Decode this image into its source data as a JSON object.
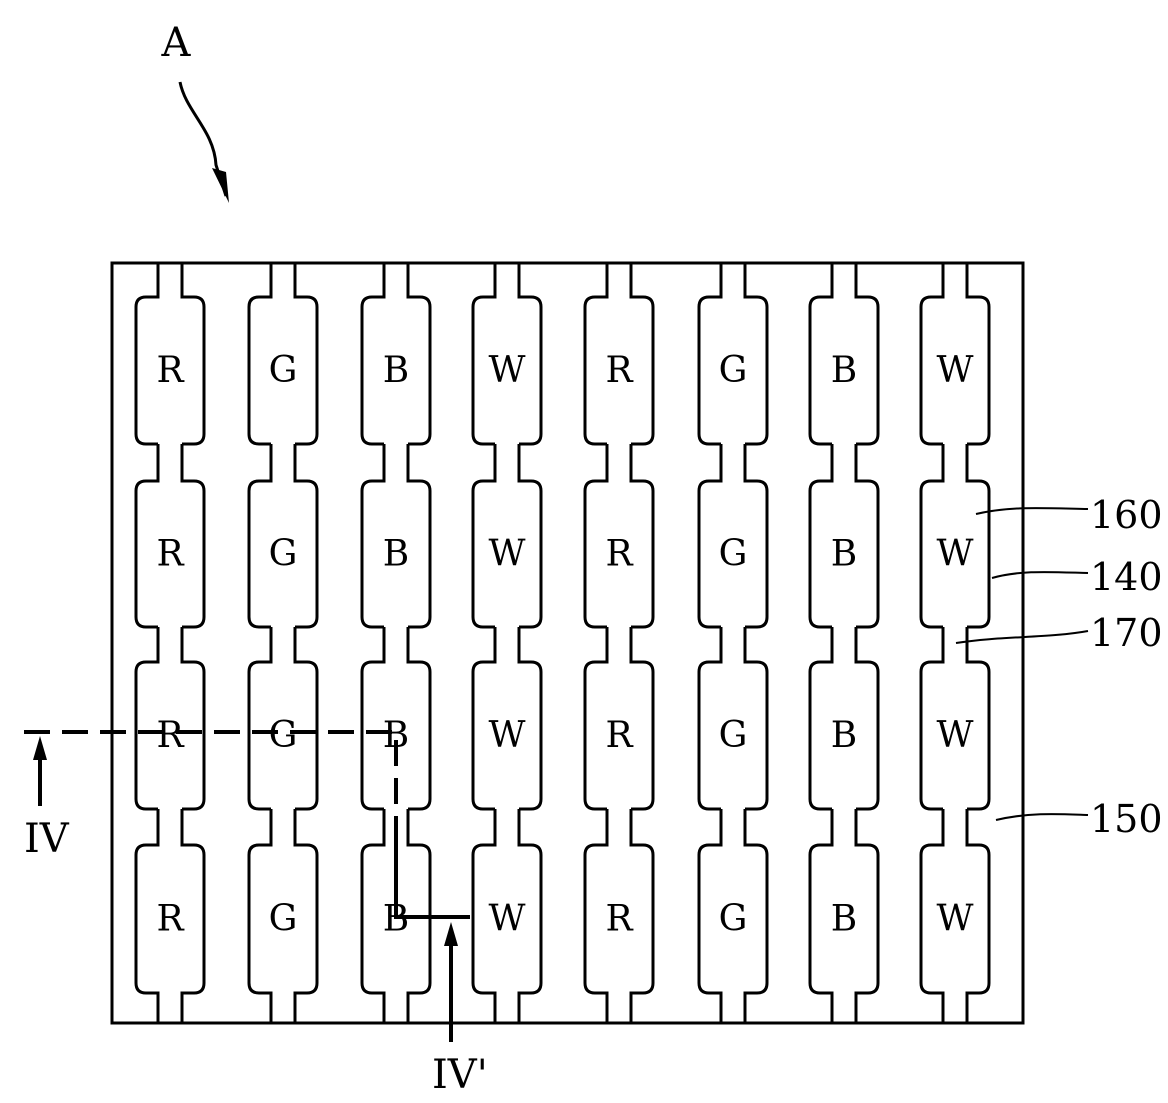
{
  "figure_label": "A",
  "pixel_rows": [
    [
      "R",
      "G",
      "B",
      "W",
      "R",
      "G",
      "B",
      "W"
    ],
    [
      "R",
      "G",
      "B",
      "W",
      "R",
      "G",
      "B",
      "W"
    ],
    [
      "R",
      "G",
      "B",
      "W",
      "R",
      "G",
      "B",
      "W"
    ],
    [
      "R",
      "G",
      "B",
      "W",
      "R",
      "G",
      "B",
      "W"
    ]
  ],
  "reference_numerals": {
    "r160": "160",
    "r140": "140",
    "r170": "170",
    "r150": "150"
  },
  "section_markers": {
    "start": "IV",
    "end": "IV'"
  },
  "colors": {
    "line": "#000000",
    "background": "#ffffff"
  }
}
